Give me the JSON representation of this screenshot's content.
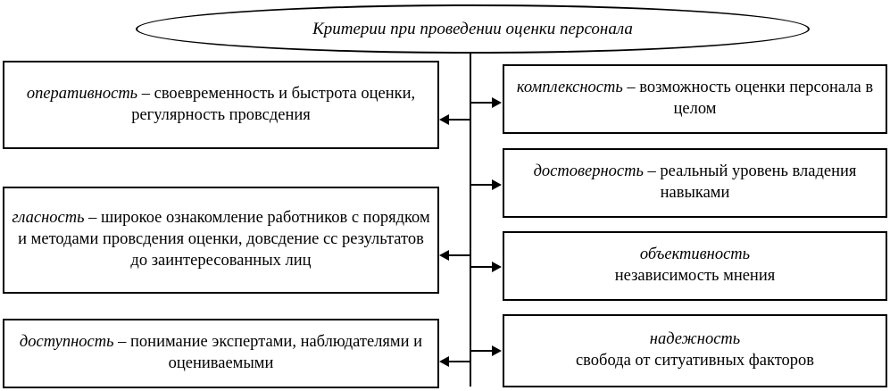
{
  "diagram": {
    "title_node": {
      "label": "Критерии при проведении оценки  персонала"
    },
    "left_boxes": [
      {
        "name": "operativnost",
        "term": "оперативность",
        "text": " – своевременность и быстрота оценки, регулярность провсдения"
      },
      {
        "name": "glasnost",
        "term": "гласность",
        "text": " – широкое ознакомление работников с порядком и методами провсдения оценки, довсдение сс результатов до заинтересованных лиц"
      },
      {
        "name": "dostupnost",
        "term": "доступность",
        "text": " – понимание экспертами, наблюдателями и оцениваемыми"
      }
    ],
    "right_boxes": [
      {
        "name": "kompleksnost",
        "term": "комплексность",
        "text": " – возможность оценки персонала в целом"
      },
      {
        "name": "dostovernost",
        "term": "достоверность",
        "text": " – реальный уровень владения навыками"
      },
      {
        "name": "obektivnost",
        "term": "объективность",
        "text": "независимость мнения"
      },
      {
        "name": "nadezhnost",
        "term": "надежность",
        "text": "свобода от ситуативных факторов"
      }
    ],
    "colors": {
      "stroke": "#000000",
      "background": "#ffffff"
    }
  }
}
